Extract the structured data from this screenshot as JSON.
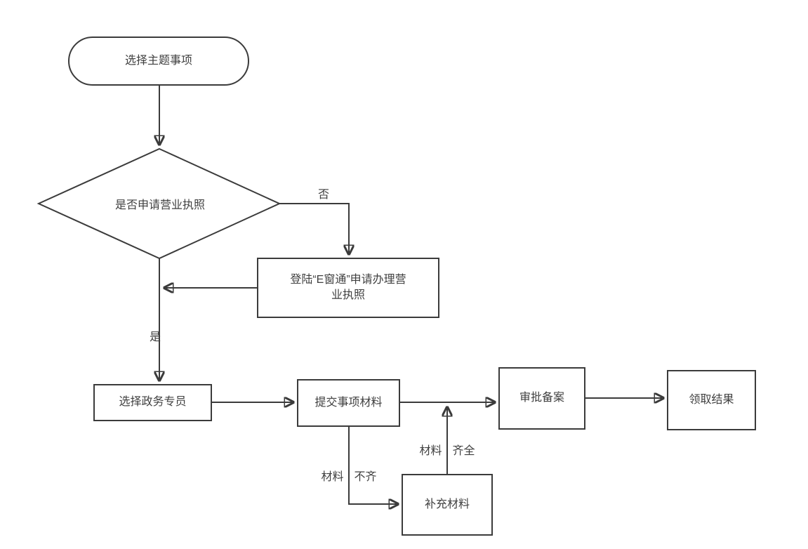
{
  "canvas": {
    "background": "#ffffff",
    "stroke_color": "#3b3b3b",
    "text_color": "#3f3f3f"
  },
  "nodes": {
    "start": {
      "shape": "stadium",
      "label": "选择主题事项"
    },
    "decision": {
      "shape": "diamond",
      "label": "是否申请营业执照"
    },
    "ewindow": {
      "shape": "rect",
      "lines": [
        "登陆“E窗通”申请办理营",
        "业执照"
      ]
    },
    "specialist": {
      "shape": "rect",
      "label": "选择政务专员"
    },
    "submit": {
      "shape": "rect",
      "label": "提交事项材料"
    },
    "approval": {
      "shape": "rect",
      "label": "审批备案"
    },
    "result": {
      "shape": "rect",
      "label": "领取结果"
    },
    "supplement": {
      "shape": "rect",
      "label": "补充材料"
    }
  },
  "edge_labels": {
    "no": "否",
    "yes": "是",
    "incomplete_left": "材料",
    "incomplete_right": "不齐",
    "complete_left": "材料",
    "complete_right": "齐全"
  }
}
